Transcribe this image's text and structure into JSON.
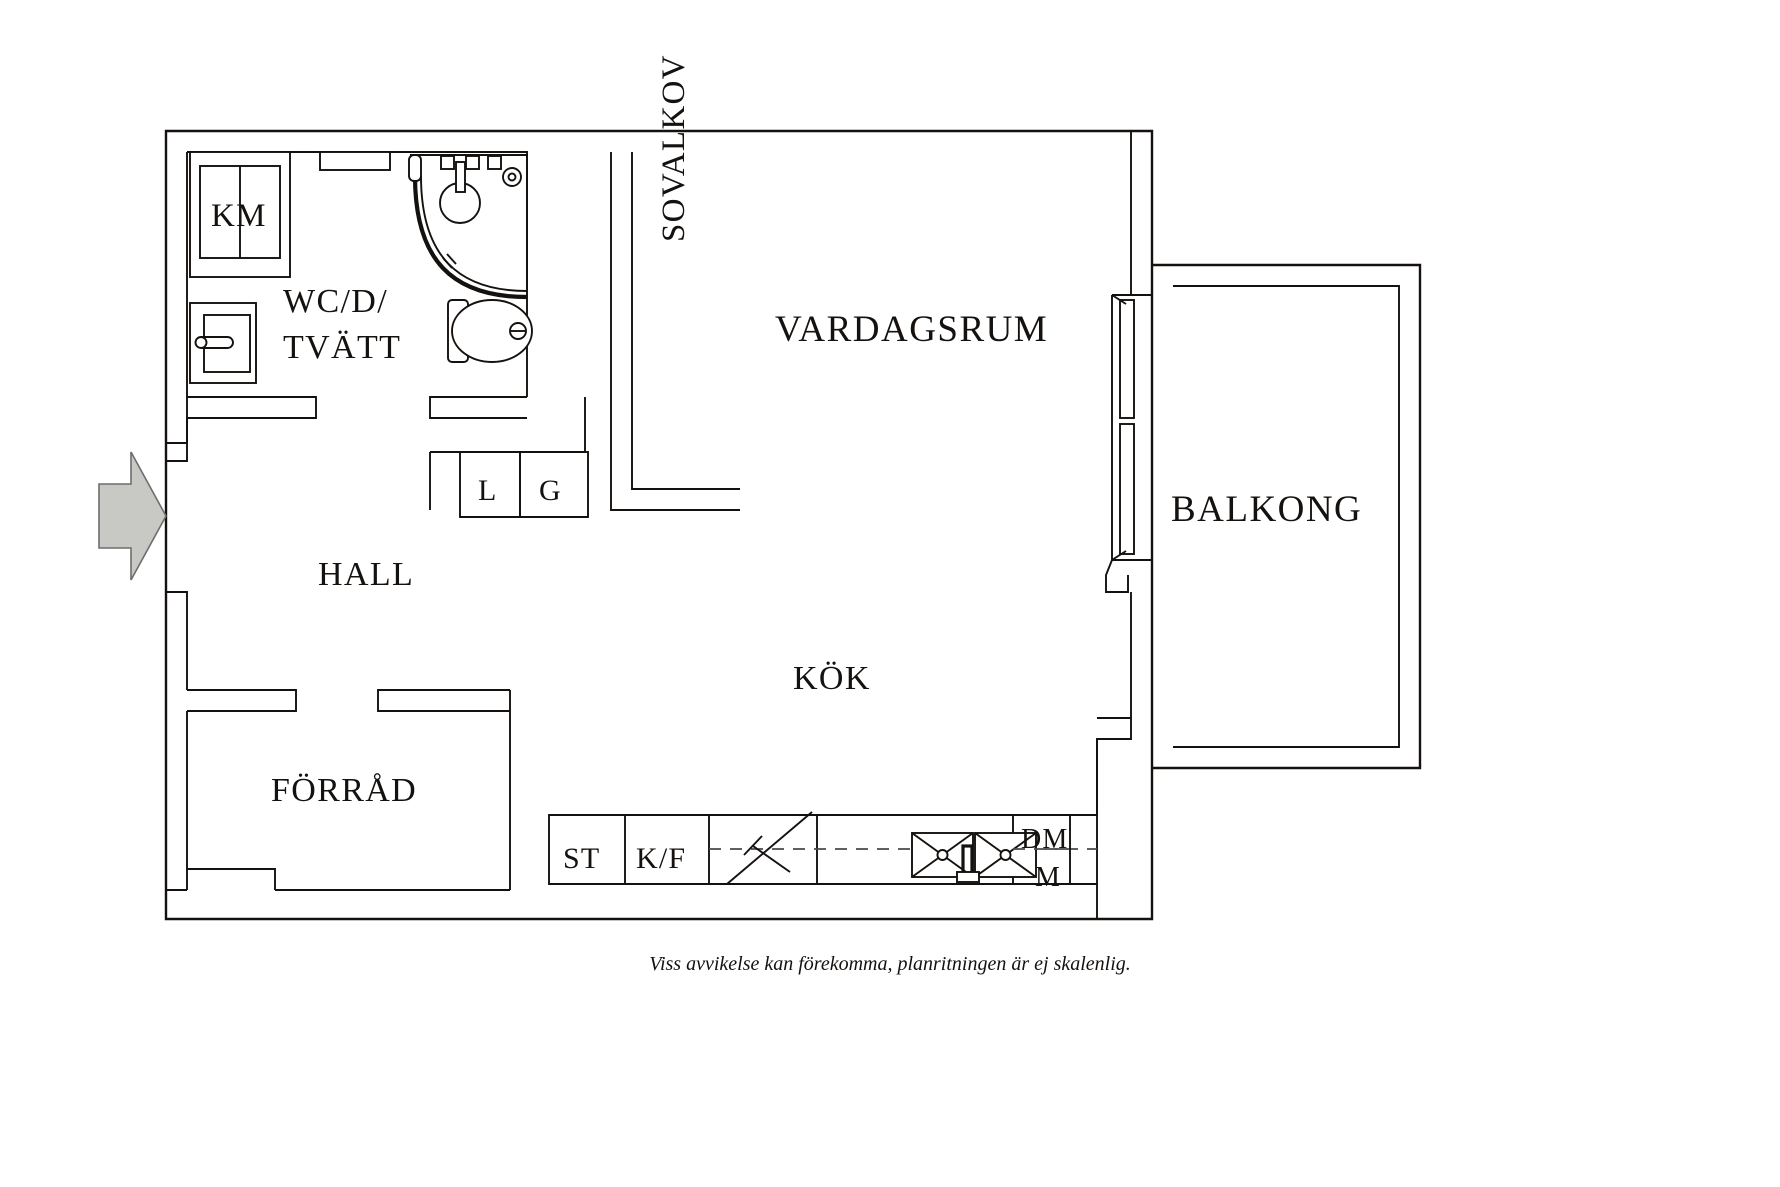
{
  "document": {
    "type": "floor-plan",
    "language": "sv",
    "background_color": "#ffffff",
    "line_color": "#14110f",
    "caption": "Viss avvikelse kan förekomma, planritningen är ej skalenlig."
  },
  "rooms": [
    {
      "id": "km",
      "label": "KM",
      "kind": "appliance-niche"
    },
    {
      "id": "wc",
      "label_line1": "WC/D/",
      "label_line2": "TVÄTT",
      "kind": "bathroom"
    },
    {
      "id": "sovalkov",
      "label": "SOVALKOV",
      "kind": "sleeping-alcove",
      "orientation": "vertical"
    },
    {
      "id": "vardagsrum",
      "label": "VARDAGSRUM",
      "kind": "living-room"
    },
    {
      "id": "hall",
      "label": "HALL",
      "kind": "hall"
    },
    {
      "id": "kok",
      "label": "KÖK",
      "kind": "kitchen"
    },
    {
      "id": "forrad",
      "label": "FÖRRÅD",
      "kind": "storage"
    },
    {
      "id": "balkong",
      "label": "BALKONG",
      "kind": "balcony"
    }
  ],
  "closets": [
    {
      "id": "l",
      "label": "L",
      "description": "linen closet"
    },
    {
      "id": "g",
      "label": "G",
      "description": "wardrobe closet"
    }
  ],
  "kitchen_units": [
    {
      "id": "st",
      "label": "ST",
      "description": "pantry cabinet"
    },
    {
      "id": "kf",
      "label": "K/F",
      "description": "fridge and freezer"
    },
    {
      "id": "hob",
      "label": "",
      "description": "cooktop with diagonal symbol"
    },
    {
      "id": "counter",
      "label": "",
      "description": "counter run"
    },
    {
      "id": "sink1",
      "label": "",
      "description": "sink basin"
    },
    {
      "id": "sink2",
      "label": "",
      "description": "sink basin with tap"
    },
    {
      "id": "dmm",
      "label_line1": "DM",
      "label_line2": "M",
      "description": "dishwasher / microwave"
    }
  ],
  "fixtures": [
    {
      "id": "shower",
      "name": "corner-shower",
      "description": "quarter-round shower enclosure"
    },
    {
      "id": "toilet",
      "name": "toilet",
      "description": "wc seat"
    },
    {
      "id": "washbasin",
      "name": "washbasin",
      "description": "wash basin with tap"
    },
    {
      "id": "washmachine",
      "name": "washing-machine",
      "description": "KM appliance box"
    },
    {
      "id": "balcony-door",
      "name": "balcony-door",
      "description": "glazed balcony door on east wall"
    }
  ],
  "markers": [
    {
      "id": "entrance-arrow",
      "name": "entrance-arrow",
      "direction": "right",
      "color": "#c8c8c4"
    }
  ]
}
